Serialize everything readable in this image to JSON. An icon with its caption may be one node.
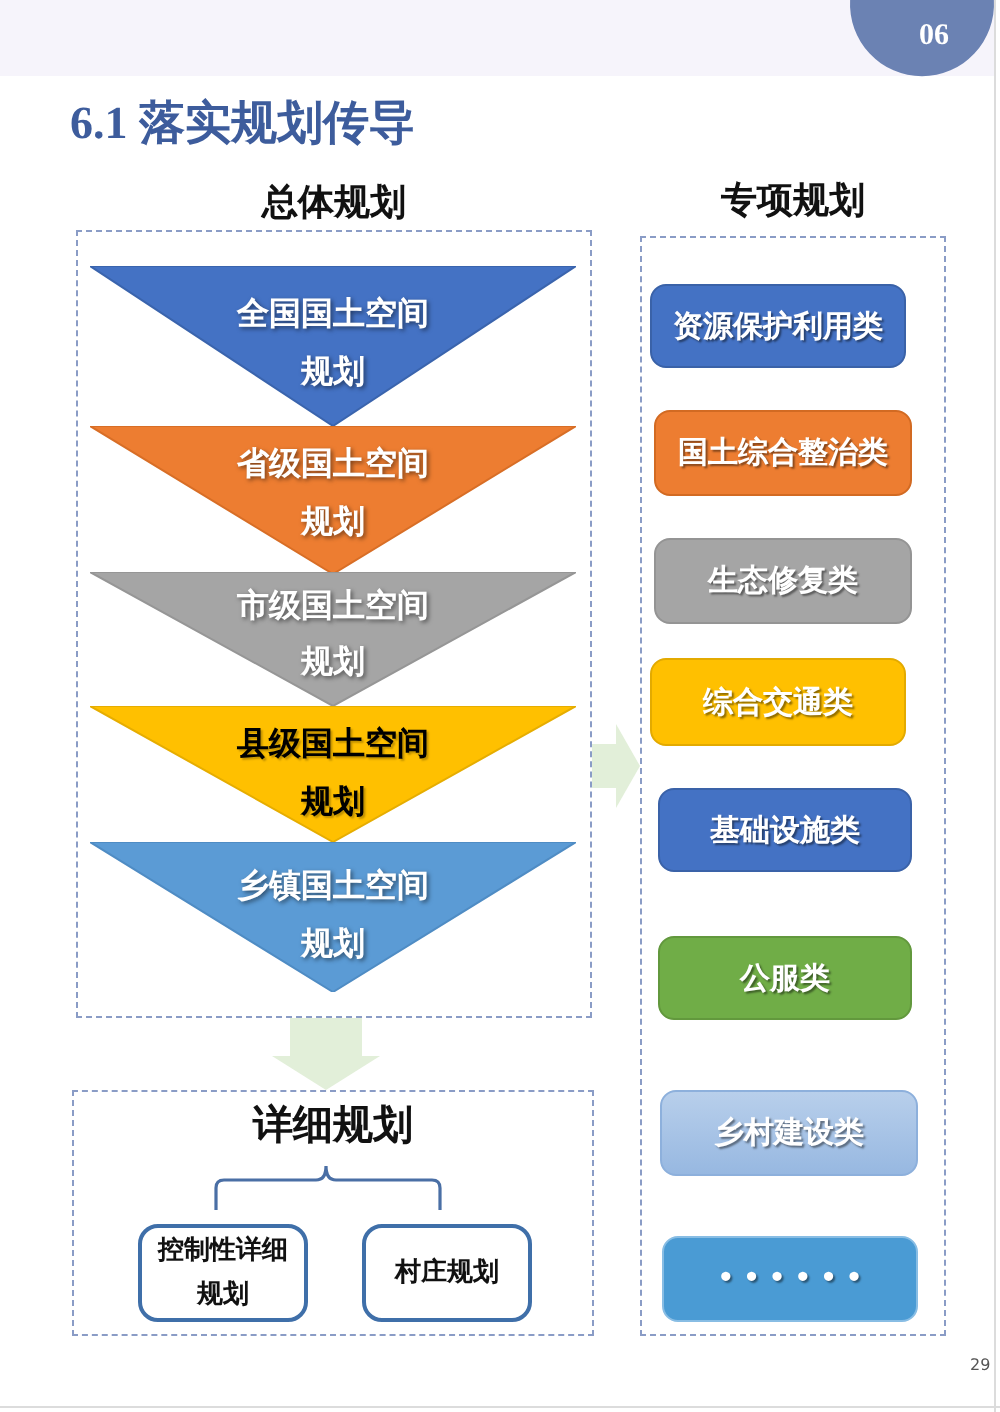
{
  "diagram": {
    "title": "6.1 落实规划传导",
    "nodes": [
      {
        "text": [
          "总体规划"
        ]
      },
      {
        "text": [
          "全国国土空间规划"
        ],
        "in": 0
      },
      {
        "text": [
          "省级国土空间规划"
        ],
        "in": 0
      },
      {
        "text": [
          "市级国土空间规划"
        ],
        "in": 0
      },
      {
        "text": [
          "县级国土空间规划"
        ],
        "in": 0
      },
      {
        "text": [
          "乡镇国土空间规划"
        ],
        "in": 0
      },
      {
        "text": [
          "专项规划"
        ]
      },
      {
        "text": [
          "资源保护利用类"
        ],
        "in": 6
      },
      {
        "text": [
          "国土综合整治类"
        ],
        "in": 6
      },
      {
        "text": [
          "生态修复类"
        ],
        "in": 6
      },
      {
        "text": [
          "综合交通类"
        ],
        "in": 6
      },
      {
        "text": [
          "基础设施类"
        ],
        "in": 6
      },
      {
        "text": [
          "公服类"
        ],
        "in": 6
      },
      {
        "text": [
          "乡村建设类"
        ],
        "in": 6
      },
      {
        "text": [
          "• • • • • •"
        ],
        "in": 6
      },
      {
        "text": [
          "详细规划"
        ]
      },
      {
        "text": [
          "控制性详细规划"
        ],
        "in": 15
      },
      {
        "text": [
          "村庄规划"
        ],
        "in": 15
      }
    ],
    "edges": [
      {
        "from": 0,
        "to": 6,
        "arrow": "to"
      },
      {
        "from": 0,
        "to": 15,
        "arrow": "to"
      }
    ],
    "labels": [
      "06",
      "29"
    ]
  }
}
